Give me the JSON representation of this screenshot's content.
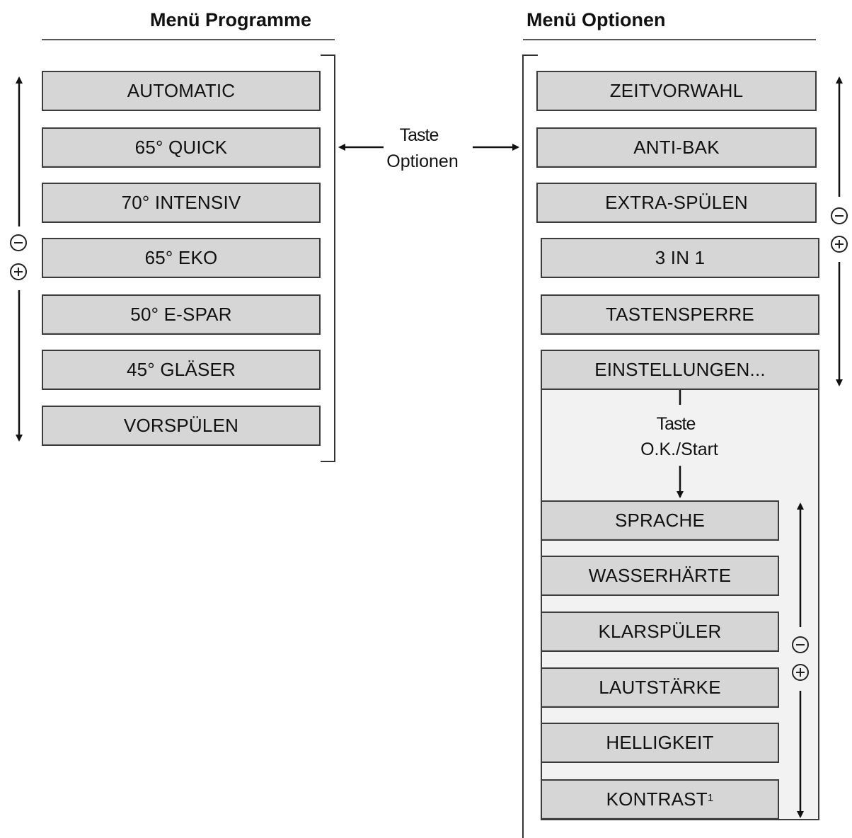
{
  "left_menu": {
    "title": "Menü Programme",
    "items": [
      "AUTOMATIC",
      "65° QUICK",
      "70° INTENSIV",
      "65° EKO",
      "50° E-SPAR",
      "45° GLÄSER",
      "VORSPÜLEN"
    ]
  },
  "right_menu": {
    "title": "Menü Optionen",
    "items": [
      "ZEITVORWAHL",
      "ANTI-BAK",
      "EXTRA-SPÜLEN",
      "3 IN 1",
      "TASTENSPERRE",
      "EINSTELLUNGEN..."
    ]
  },
  "options_key": {
    "line1": "Taste",
    "line2": "Optionen"
  },
  "ok_key": {
    "line1": "Taste",
    "line2": "O.K./Start"
  },
  "settings_menu": {
    "items": [
      "SPRACHE",
      "WASSERHÄRTE",
      "KLARSPÜLER",
      "LAUTSTÄRKE",
      "HELLIGKEIT",
      "KONTRAST"
    ],
    "last_footnote": "1"
  },
  "icons": {
    "minus": "minus-circle-icon",
    "plus": "plus-circle-icon"
  }
}
